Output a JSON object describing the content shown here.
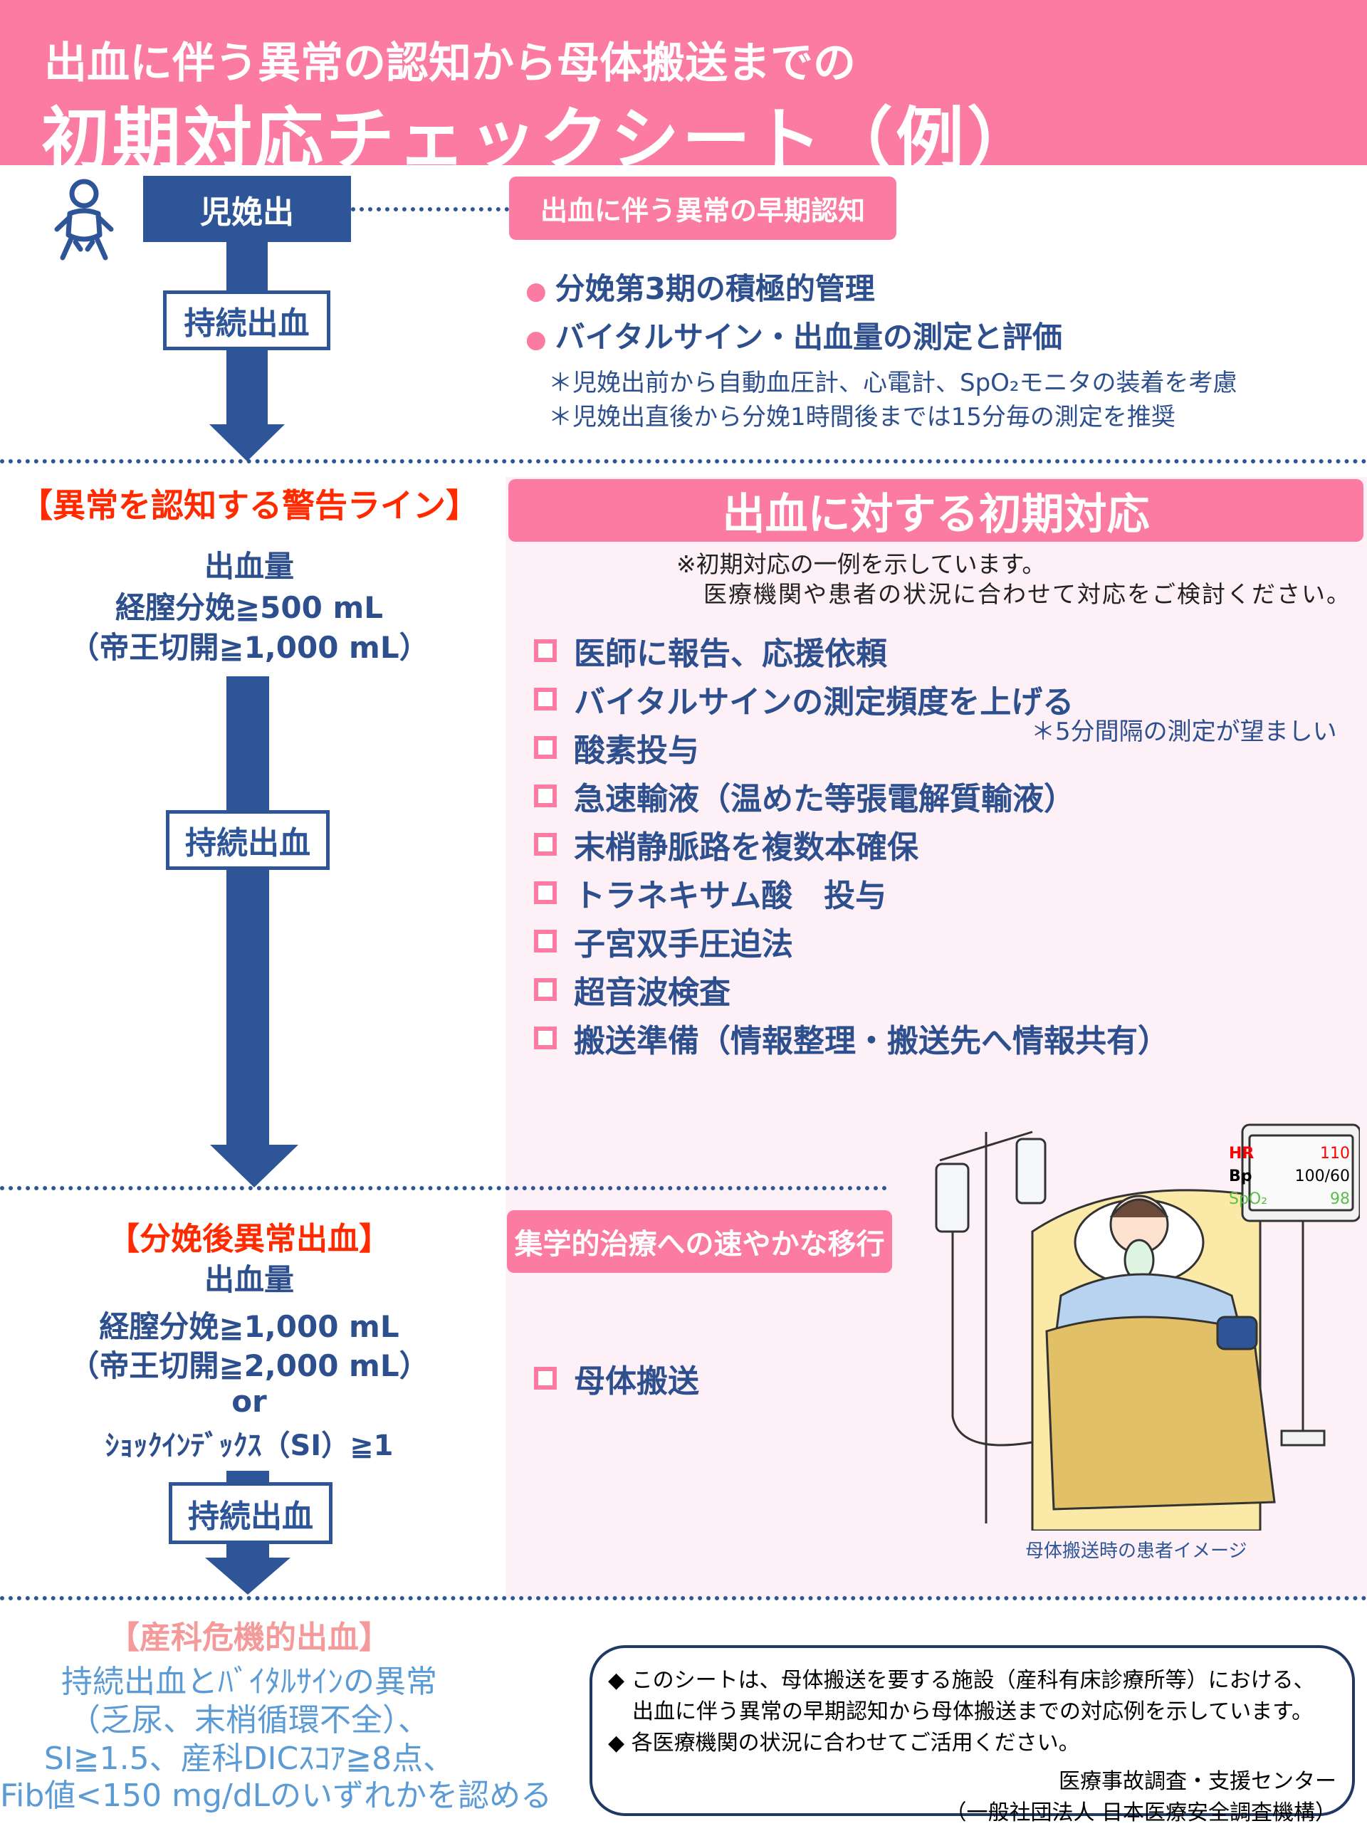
{
  "header": {
    "line1": "出血に伴う異常の認知から母体搬送までの",
    "line2": "初期対応チェックシート（例）"
  },
  "stage1": {
    "box": "児娩出",
    "arrow_label": "持続出血",
    "tag": "出血に伴う異常の早期認知",
    "bullets": [
      "分娩第3期の積極的管理",
      "バイタルサイン・出血量の測定と評価"
    ],
    "notes": [
      "＊児娩出前から自動血圧計、心電計、SpO₂モニタの装着を考慮",
      "＊児娩出直後から分娩1時間後までは15分毎の測定を推奨"
    ]
  },
  "warning": {
    "title": "【異常を認知する警告ライン】",
    "lines": [
      "出血量",
      "経膣分娩≧500 mL",
      "（帝王切開≧1,000 mL）"
    ],
    "arrow_label": "持続出血"
  },
  "initial": {
    "title": "出血に対する初期対応",
    "notes": [
      "※初期対応の一例を示しています。",
      "医療機関や患者の状況に合わせて対応をご検討ください。"
    ],
    "checklist": [
      "医師に報告、応援依頼",
      "バイタルサインの測定頻度を上げる",
      "酸素投与",
      "急速輸液（温めた等張電解質輸液）",
      "末梢静脈路を複数本確保",
      "トラネキサム酸　投与",
      "子宮双手圧迫法",
      "超音波検査",
      "搬送準備（情報整理・搬送先へ情報共有）"
    ],
    "sub_note": "＊5分間隔の測定が望ましい"
  },
  "pph": {
    "title": "【分娩後異常出血】",
    "lines": [
      "出血量",
      "経膣分娩≧1,000 mL",
      "（帝王切開≧2,000 mL）",
      "or",
      "ｼｮｯｸｲﾝﾃﾞｯｸｽ（SI）≧1"
    ],
    "arrow_label": "持続出血",
    "tag": "集学的治療への速やかな移行",
    "check": "母体搬送"
  },
  "illustration": {
    "caption": "母体搬送時の患者イメージ",
    "monitor": {
      "hr_label": "HR",
      "hr": "110",
      "bp_label": "Bp",
      "bp": "100/60",
      "spo2_label": "SpO₂",
      "spo2": "98"
    }
  },
  "critical": {
    "title": "【産科危機的出血】",
    "lines": [
      "持続出血とﾊﾞｲﾀﾙｻｲﾝの異常",
      "（乏尿、末梢循環不全）、",
      "SI≧1.5、産科DICｽｺｱ≧8点、",
      "Fib値<150 mg/dLのいずれかを認める"
    ]
  },
  "info": {
    "items": [
      "このシートは、母体搬送を要する施設（産科有床診療所等）における、",
      "出血に伴う異常の早期認知から母体搬送までの対応例を示しています。",
      "各医療機関の状況に合わせてご活用ください。"
    ],
    "org1": "医療事故調査・支援センター",
    "org2": "（一般社団法人 日本医療安全調査機構）"
  }
}
